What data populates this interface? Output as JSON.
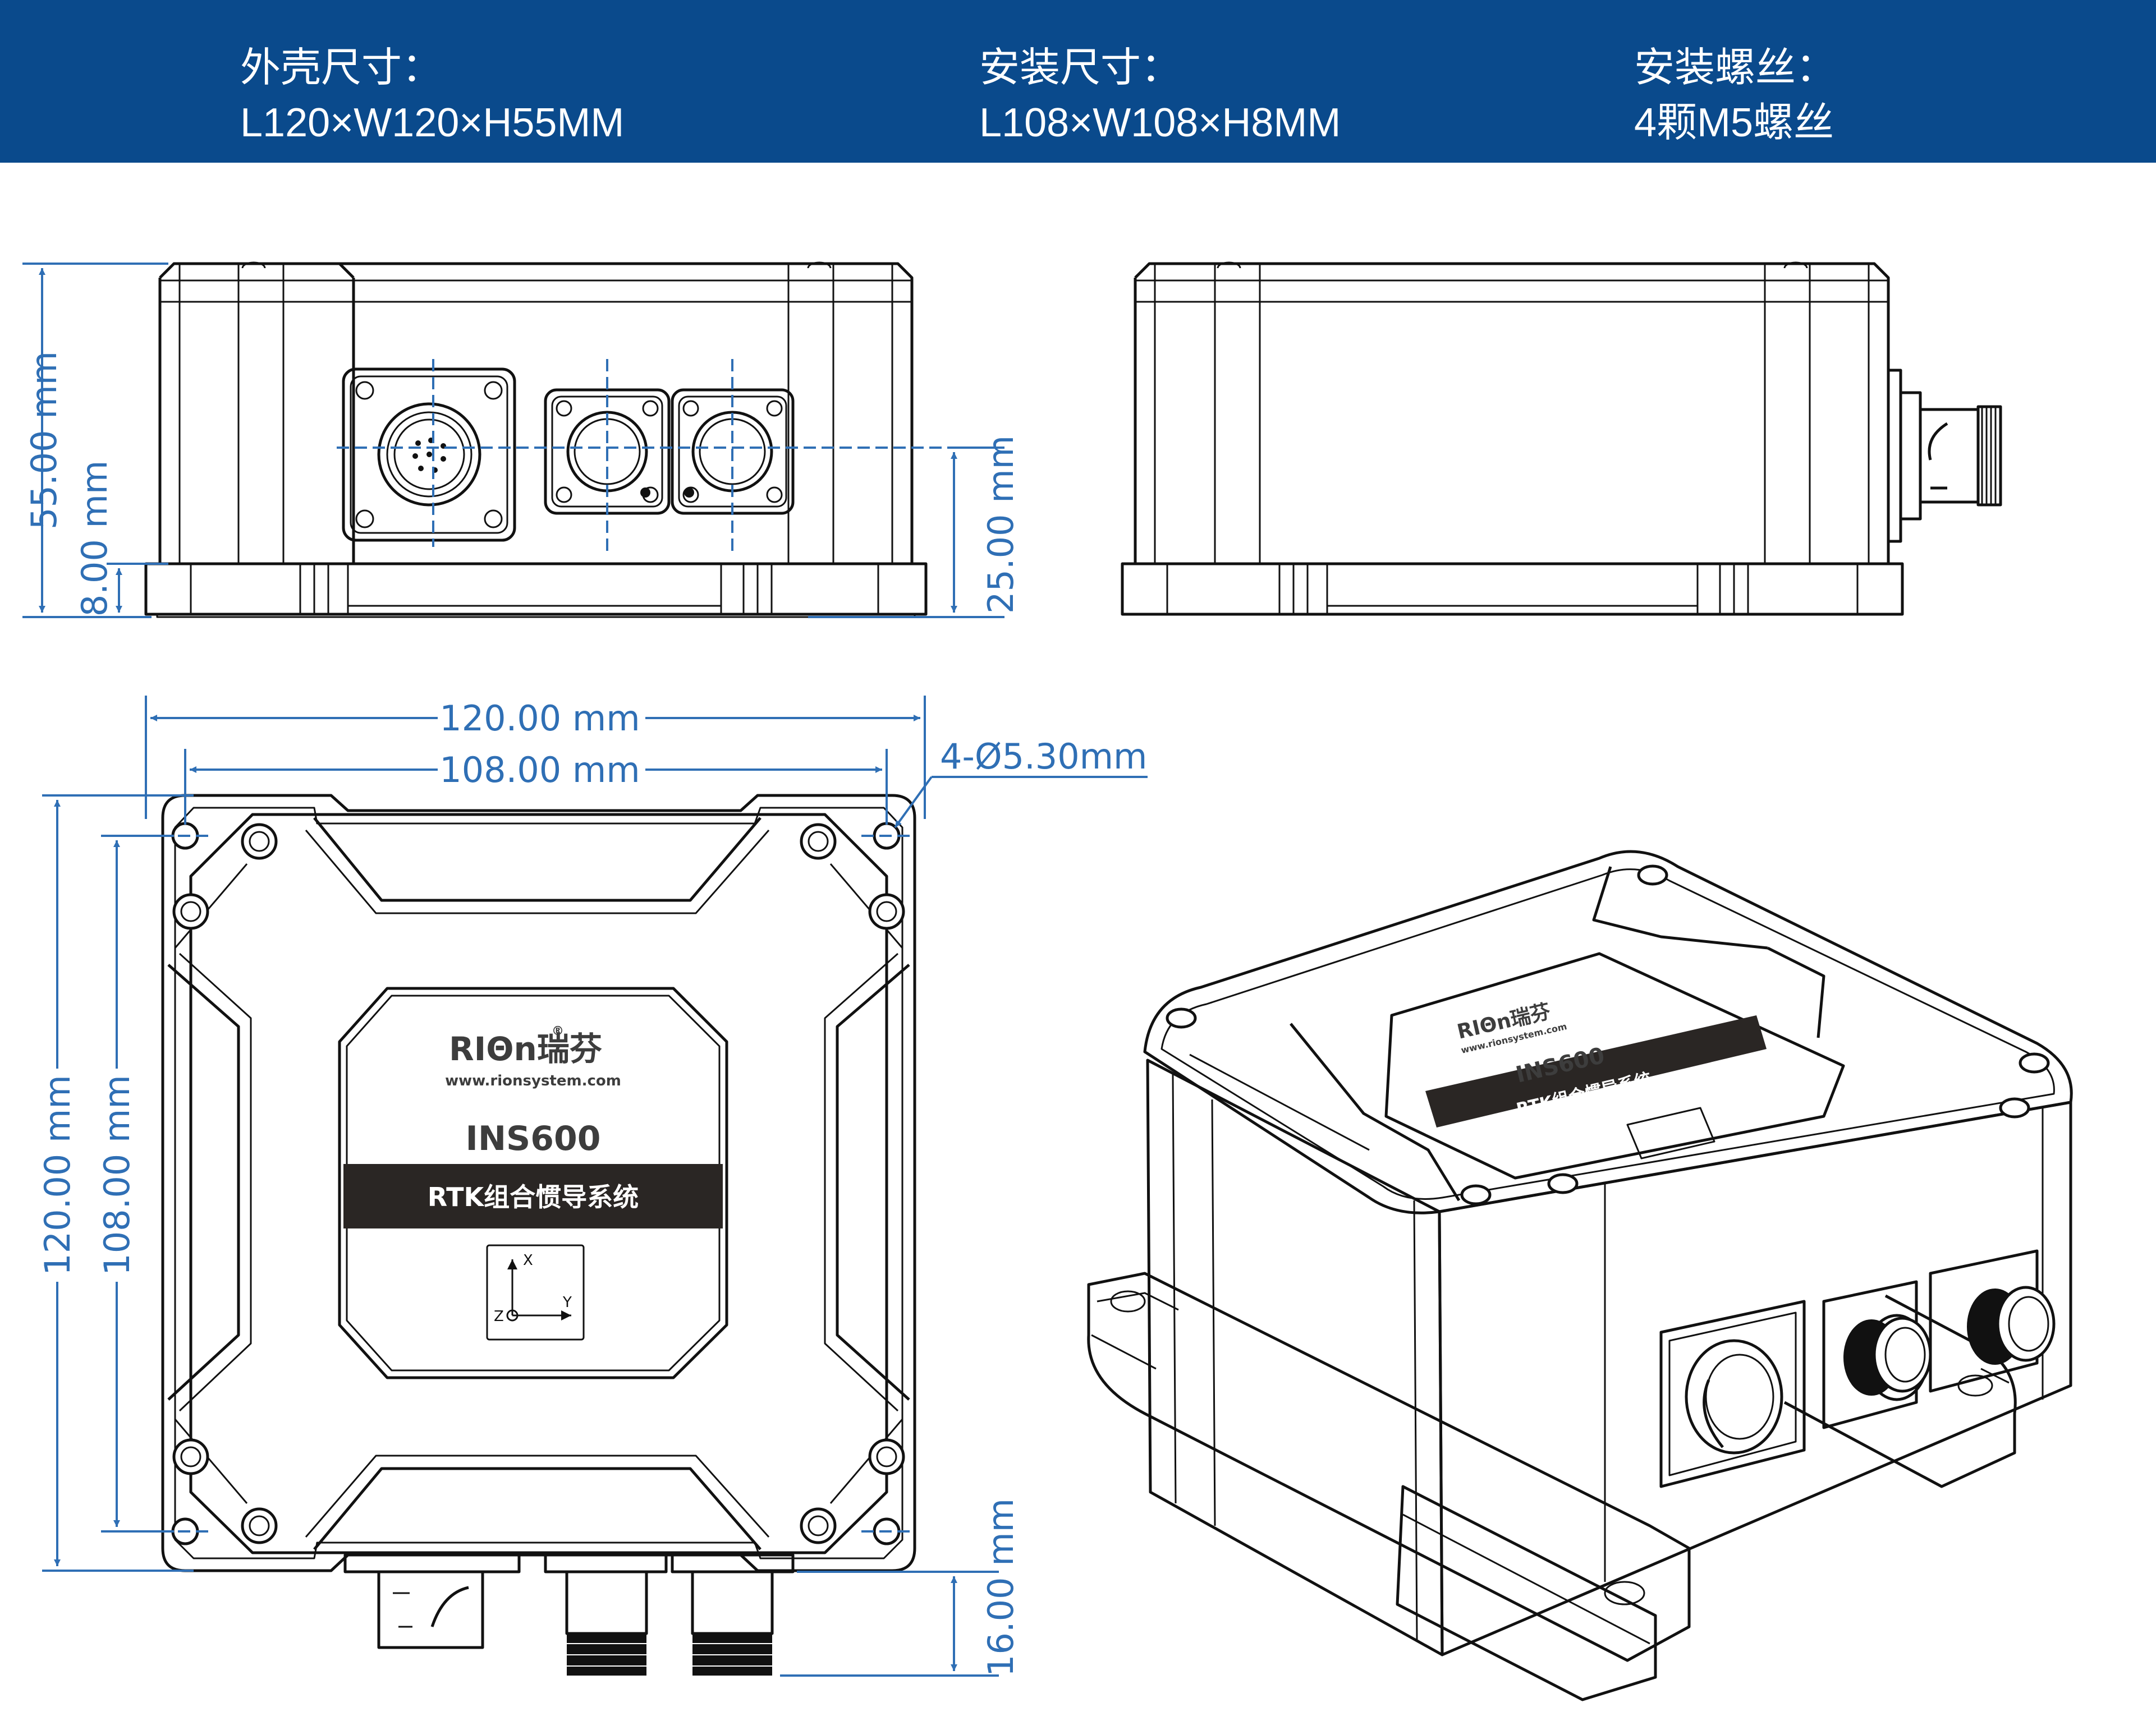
{
  "header": {
    "specs": [
      {
        "label": "外壳尺寸：",
        "value": "L120×W120×H55MM"
      },
      {
        "label": "安装尺寸：",
        "value": "L108×W108×H8MM"
      },
      {
        "label": "安装螺丝：",
        "value": "4颗M5螺丝"
      }
    ]
  },
  "dimensions": {
    "height_total": "55.00 mm",
    "base_height": "8.00 mm",
    "connector_height": "25.00 mm",
    "length_total": "120.00 mm",
    "mount_spacing": "108.00 mm",
    "hole_diameter": "4-Ø5.30mm",
    "width_total": "120.00 mm",
    "width_mount": "108.00 mm",
    "connector_protrusion": "16.00 mm"
  },
  "label": {
    "brand": "RIΘn瑞芬",
    "registered": "®",
    "website": "www.rionsystem.com",
    "model": "INS600",
    "product_name": "RTK组合惯导系统",
    "axis_x": "X",
    "axis_y": "Y",
    "axis_z": "Z"
  },
  "colors": {
    "header_bg": "#0a4a8c",
    "dimension": "#2f6fb5",
    "label_band": "#2a2624"
  }
}
